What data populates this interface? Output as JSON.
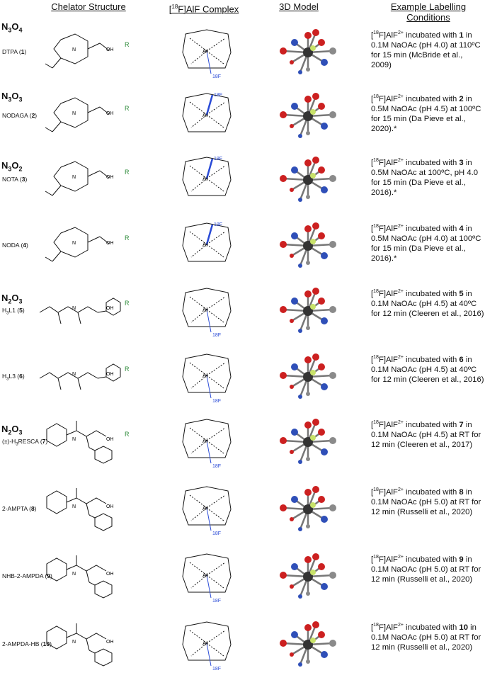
{
  "headers": {
    "chelator": "Chelator Structure",
    "complex_pre": "[",
    "complex_sup": "18",
    "complex_post": "F]AlF Complex",
    "model": "3D Model",
    "conditions": "Example Labelling Conditions"
  },
  "groups": [
    "N3O4",
    "N3O3",
    "N3O2",
    "N2O3",
    "N2O3"
  ],
  "substituent": "R",
  "isotope_label": "18F",
  "rows": [
    {
      "label": "DTPA (1)",
      "conditions": "[18F]AlF2+ incubated with 1 in 0.1M NaOAc (pH 4.0) at 110ºC for 15 min (McBride et al., 2009)"
    },
    {
      "label": "NODAGA (2)",
      "conditions": "[18F]AlF2+ incubated with 2 in 0.5M NaOAc (pH 4.5) at 100ºC for 15 min (Da Pieve et al., 2020).*"
    },
    {
      "label": "NOTA (3)",
      "conditions": "[18F]AlF2+ incubated with 3 in 0.5M NaOAc at 100ºC, pH 4.0 for 15 min (Da Pieve et al., 2016).*"
    },
    {
      "label": "NODA (4)",
      "conditions": "[18F]AlF2+ incubated with 4 in 0.5M NaOAc (pH 4.0) at 100ºC for 15 min (Da Pieve et al., 2016).*"
    },
    {
      "label": "H3L1 (5)",
      "conditions": "[18F]AlF2+ incubated with 5 in 0.1M NaOAc (pH 4.5) at 40ºC for 12 min (Cleeren et al., 2016)"
    },
    {
      "label": "H3L3 (6)",
      "conditions": "[18F]AlF2+ incubated with 6 in 0.1M NaOAc (pH 4.5) at 40ºC for 12 min (Cleeren et al., 2016)"
    },
    {
      "label": "(±)-H3RESCA (7)",
      "conditions": "[18F]AlF2+ incubated with 7 in 0.1M NaOAc (pH 4.5) at RT for 12 min (Cleeren et al., 2017)"
    },
    {
      "label": "2-AMPTA (8)",
      "conditions": "[18F]AlF2+ incubated with 8 in 0.1M NaOAc (pH 5.0) at RT for 12 min (Russelli et al., 2020)"
    },
    {
      "label": "NHB-2-AMPDA (9)",
      "conditions": "[18F]AlF2+ incubated with 9 in 0.1M NaOAc (pH 5.0) at RT for 12 min (Russelli et al., 2020)"
    },
    {
      "label": "2-AMPDA-HB (10)",
      "conditions": "[18F]AlF2+ incubated with 10 in 0.1M NaOAc (pH 5.0) at RT for 12 min (Russelli et al., 2020)"
    }
  ],
  "colors": {
    "substituent": "#2e8b3a",
    "fluorine": "#2a4bd7",
    "oxygen": "#cc2020",
    "nitrogen": "#2f4fb8",
    "metal": "#333333",
    "carbon": "#8a8a8a"
  }
}
